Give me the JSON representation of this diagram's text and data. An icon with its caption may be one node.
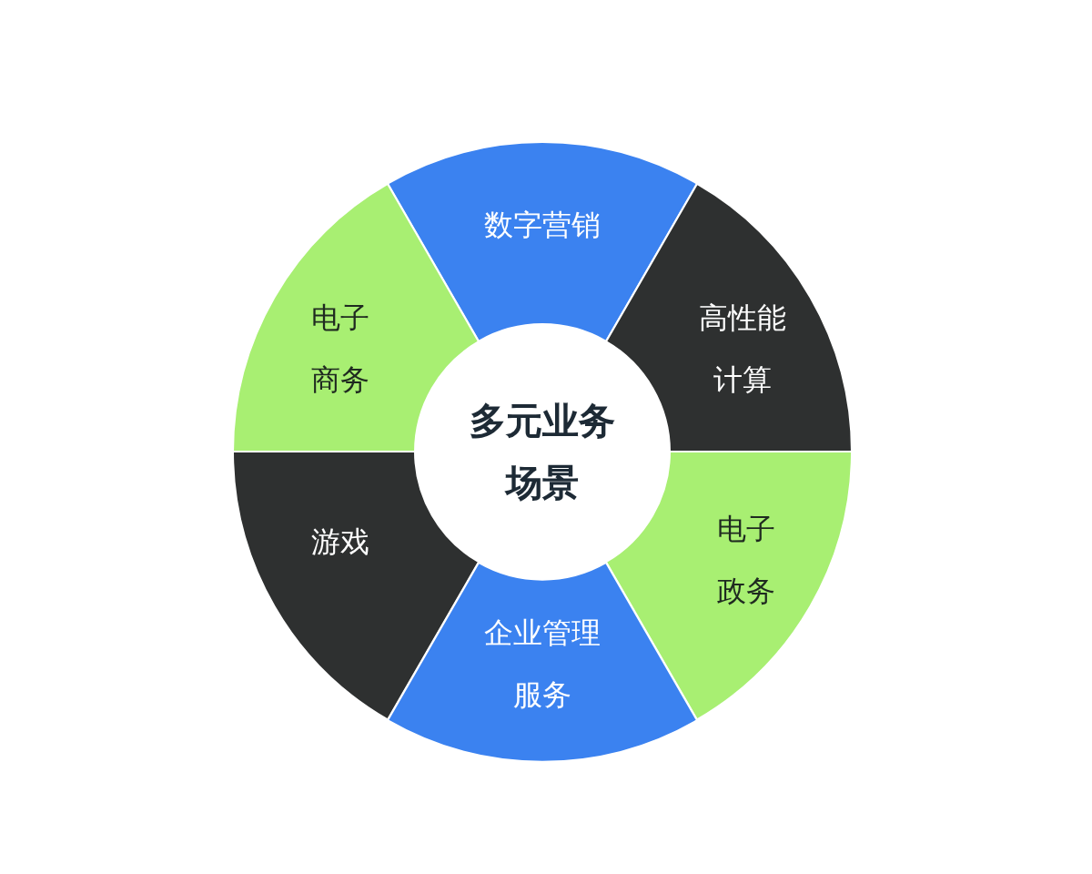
{
  "diagram": {
    "nodes": [
      {
        "text": [
          "数字营销"
        ]
      },
      {
        "text": [
          "电子商务"
        ]
      },
      {
        "text": [
          "高性能计算"
        ]
      },
      {
        "text": [
          "多元业务场景"
        ]
      },
      {
        "text": [
          "游戏"
        ]
      },
      {
        "text": [
          "电子政务"
        ]
      },
      {
        "text": [
          "企业管理服务"
        ]
      }
    ]
  }
}
